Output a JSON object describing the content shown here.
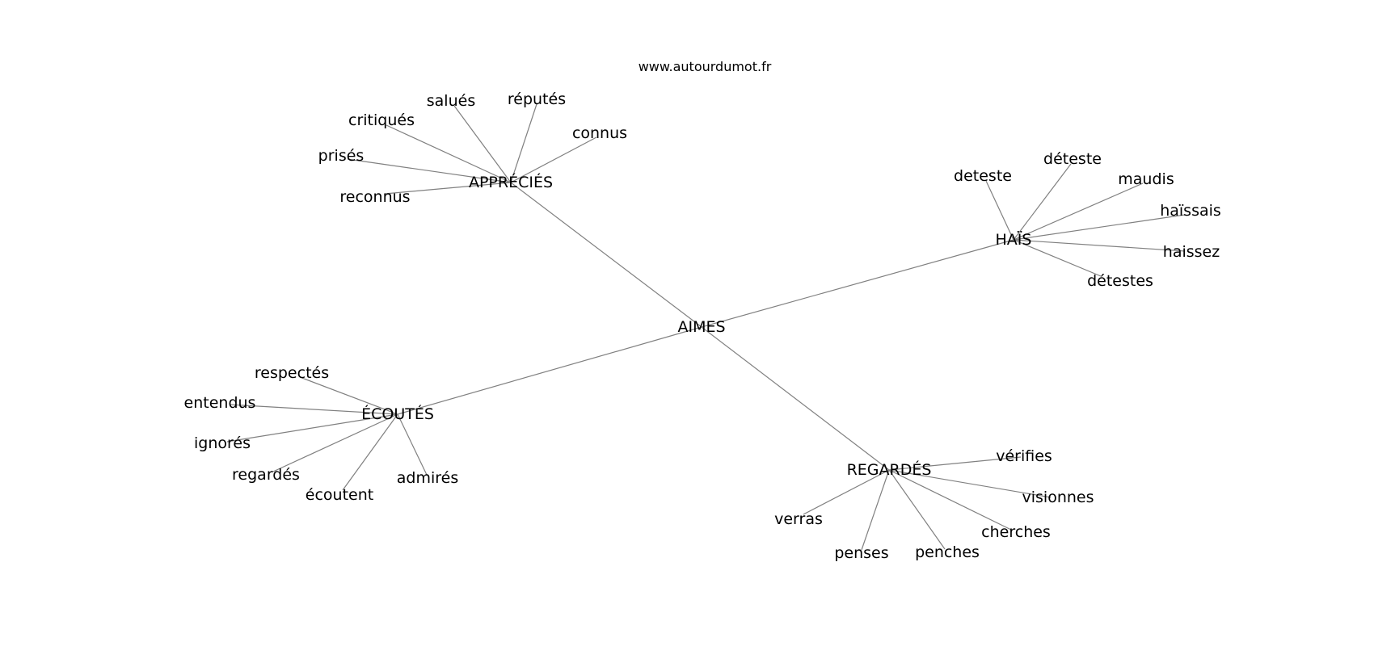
{
  "watermark": "www.autourdumot.fr",
  "graph": {
    "center": "AIMES",
    "branches": [
      {
        "word": "APPRÉCIÉS",
        "leaves": [
          "salués",
          "réputés",
          "connus",
          "critiqués",
          "prisés",
          "reconnus"
        ]
      },
      {
        "word": "HAÏS",
        "leaves": [
          "deteste",
          "déteste",
          "maudis",
          "haïssais",
          "haissez",
          "détestes"
        ]
      },
      {
        "word": "ÉCOUTÉS",
        "leaves": [
          "respectés",
          "entendus",
          "ignorés",
          "regardés",
          "écoutent",
          "admirés"
        ]
      },
      {
        "word": "REGARDÉS",
        "leaves": [
          "vérifies",
          "visionnes",
          "cherches",
          "penches",
          "penses",
          "verras"
        ]
      }
    ]
  }
}
